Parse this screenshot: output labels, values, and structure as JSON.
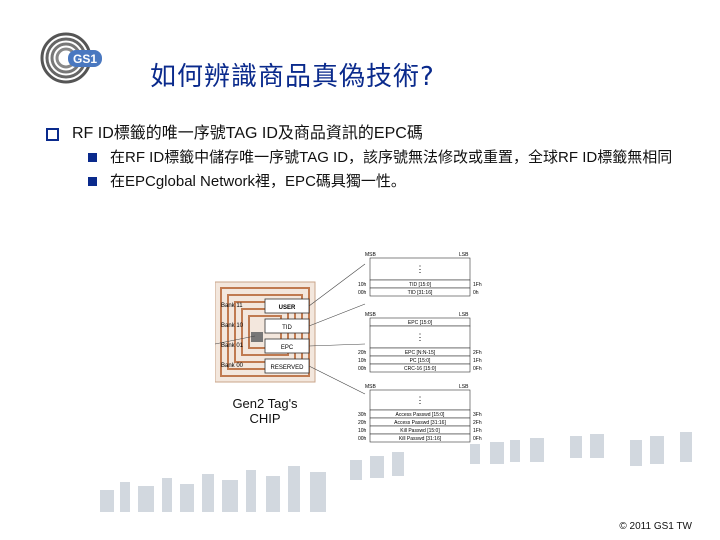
{
  "header": {
    "logo_text": "GS1",
    "title": "如何辨識商品真偽技術?"
  },
  "bullets": {
    "main": "RF ID標籤的唯一序號TAG ID及商品資訊的EPC碼",
    "sub": [
      "在RF ID標籤中儲存唯一序號TAG ID，該序號無法修改或重置，全球RF ID標籤無相同",
      "在EPCglobal Network裡，EPC碼具獨一性。"
    ]
  },
  "diagram": {
    "banks": [
      {
        "name": "Bank 11",
        "label": "USER"
      },
      {
        "name": "Bank 10",
        "label": "TID"
      },
      {
        "name": "Bank 01",
        "label": "EPC"
      },
      {
        "name": "Bank 00",
        "label": "RESERVED"
      }
    ],
    "chip_label": "Gen2 Tag's CHIP",
    "msb": "MSB",
    "lsb": "LSB",
    "tid_rows": [
      "TID [15:0]",
      "TID [31:16]"
    ],
    "tid_addr": [
      "1Fh",
      "0h"
    ],
    "tid_left": [
      "10h",
      "00h"
    ],
    "epc_top": "EPC [15:0]",
    "epc_rows": [
      "EPC [N:N-15]",
      "PC [15:0]",
      "CRC-16 [15:0]"
    ],
    "epc_left": [
      "20h",
      "10h",
      "00h"
    ],
    "epc_addr": [
      "2Fh",
      "1Fh",
      "0Fh"
    ],
    "res_rows": [
      "Access Passwd [15:0]",
      "Access Passwd [31:16]",
      "Kill Passwd [15:0]",
      "Kill Passwd [31:16]"
    ],
    "res_left": [
      "30h",
      "20h",
      "10h",
      "00h"
    ],
    "res_addr": [
      "3Fh",
      "2Fh",
      "1Fh",
      "0Fh"
    ],
    "dots": "⋮"
  },
  "footer": {
    "copyright": "© 2011 GS1 TW"
  }
}
